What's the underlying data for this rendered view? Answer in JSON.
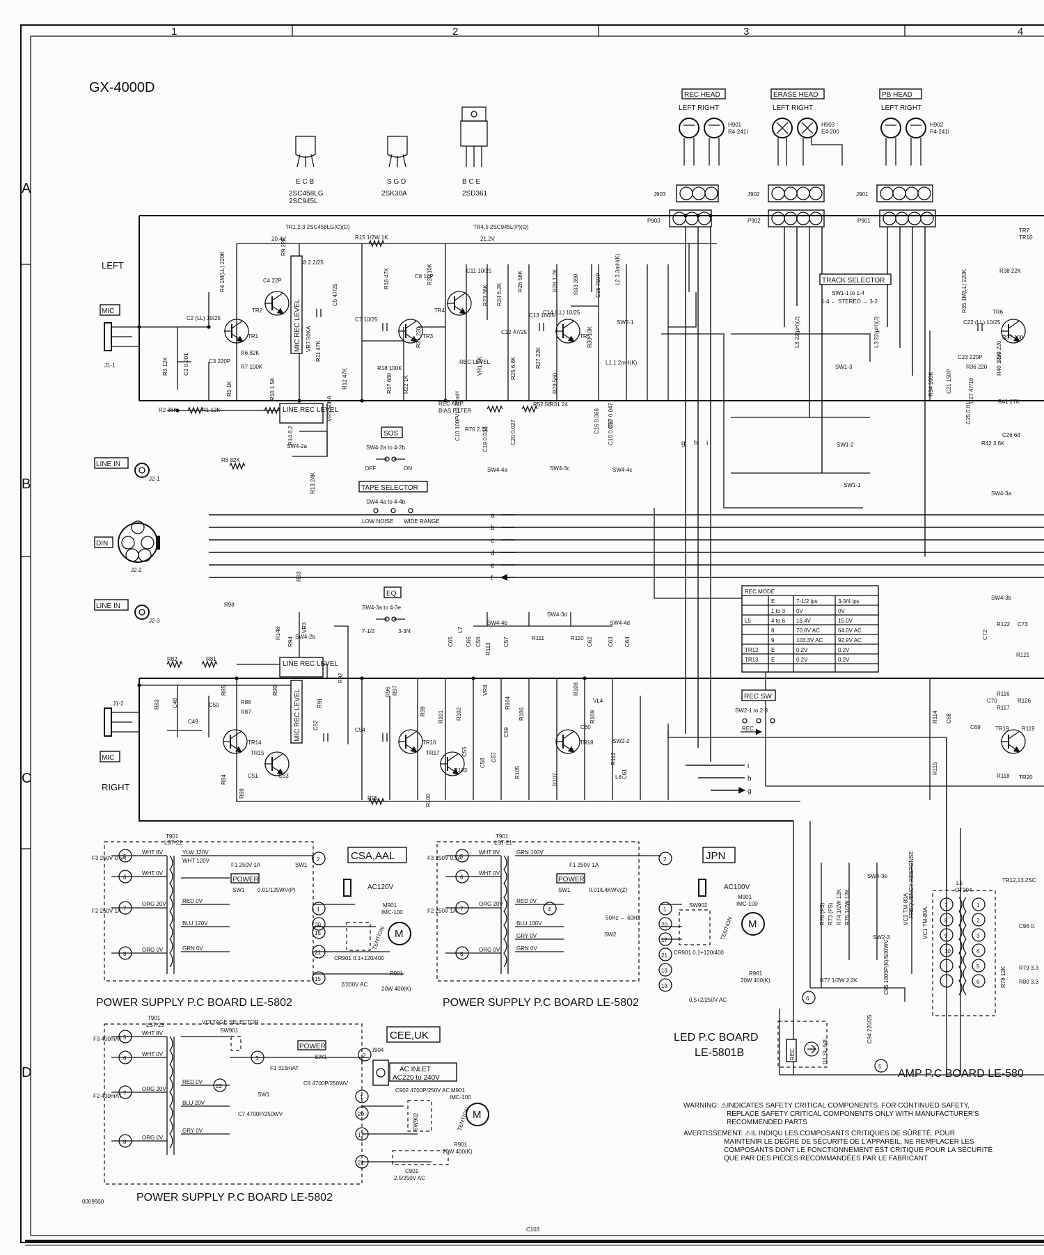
{
  "model": "GX-4000D",
  "grid": {
    "cols": [
      "1",
      "2",
      "3",
      "4"
    ],
    "rows": [
      "A",
      "B",
      "C",
      "D"
    ]
  },
  "devices": [
    {
      "pins": "E C B",
      "parts": [
        "2SC458LG",
        "2SC945L"
      ]
    },
    {
      "pins": "S G D",
      "parts": [
        "2SK30A"
      ]
    },
    {
      "pins": "B C E",
      "parts": [
        "2SD361"
      ]
    }
  ],
  "heads": {
    "rec": {
      "title": "REC HEAD",
      "lr": "LEFT  RIGHT",
      "ref": [
        "H901",
        "R4-241I"
      ],
      "conn": [
        "J903",
        "P903"
      ]
    },
    "erase": {
      "title": "ERASE HEAD",
      "lr": "LEFT  RIGHT",
      "ref": [
        "H903",
        "E4-200"
      ],
      "conn": [
        "J902",
        "P902"
      ]
    },
    "pb": {
      "title": "PB HEAD",
      "lr": "LEFT  RIGHT",
      "ref": [
        "H902",
        "P4-241I"
      ],
      "conn": [
        "J901",
        "P901"
      ]
    }
  },
  "channels": {
    "left": "LEFT",
    "right": "RIGHT"
  },
  "io_labels": {
    "mic": "MIC",
    "line_in": "LINE IN",
    "din": "DIN",
    "j1_1": "J1-1",
    "j1_2": "J1-2",
    "j2_1": "J2-1",
    "j2_2": "J2-2",
    "j2_3": "J2-3"
  },
  "transistor_header": [
    "TR1,2,3  2SC458LG(C)(D)",
    "TR4,5  2SC945L(P)(Q)"
  ],
  "rails": [
    "20.4V",
    "R15 1/2W 1K",
    "21.2V"
  ],
  "top_transistors": [
    "TR1",
    "TR2",
    "TR3",
    "TR4",
    "TR5"
  ],
  "bottom_transistors": [
    "TR14",
    "TR15",
    "TR16",
    "TR17",
    "TR18"
  ],
  "right_transistors": [
    "TR6",
    "TR19"
  ],
  "top_components": [
    "R4 1M(LL) 220K",
    "R9 22K",
    "C4 22P",
    "C8 2.2/25",
    "C2 (LL) 10/25",
    "C1 0.001",
    "R3 12K",
    "C3 220P",
    "R6 82K",
    "R7 100K",
    "R5 1K",
    "R10 1.5K",
    "R11 47K",
    "R12 47K",
    "C7 10/25",
    "C5 47/25",
    "R16 47K",
    "C8 10P",
    "R20 10K",
    "C11 10/25",
    "R18 100K",
    "R17 680",
    "R22 1K",
    "R21 220",
    "R23 36K",
    "R24 6.2K",
    "R26 56K",
    "R28 1.2K",
    "R33 390",
    "C15 750P",
    "L2 3.3mH(K)",
    "C14 (LL) 10/25",
    "C13 10/25",
    "R27 22K",
    "R30 10K",
    "R25 6.8K",
    "R29 560",
    "L1 1.2mH(K)",
    "VR1 5K",
    "C12 47/25",
    "R2 36K",
    "R1 12K",
    "R14 8.2",
    "R8 82K",
    "R13 24K",
    "R52 56",
    "R31 24",
    "C20 0.027",
    "C19 0.033",
    "C17 0.047",
    "C16 0.068",
    "C18 0.056",
    "VL3 25mH",
    "R70 2.7K",
    "C10 100P"
  ],
  "bottom_components": [
    "R82",
    "R81",
    "R94",
    "R93",
    "R98",
    "R83",
    "C48",
    "C49",
    "C50",
    "R85",
    "R86",
    "R87",
    "R90",
    "C51",
    "C52",
    "C53",
    "R84",
    "R89",
    "R91",
    "R92",
    "C54",
    "R95",
    "R96",
    "R97",
    "R99",
    "R101",
    "R100",
    "R102",
    "R103",
    "C55",
    "C56",
    "C57",
    "C58",
    "C59",
    "C60",
    "C61",
    "C62",
    "C63",
    "C64",
    "C65",
    "C66",
    "C67",
    "R104",
    "R105",
    "R106",
    "R107",
    "R108",
    "R109",
    "R110",
    "R111",
    "R112",
    "R113",
    "R148",
    "VR3",
    "VR8",
    "VL4",
    "L6",
    "L7",
    "C103"
  ],
  "left_components": [
    "R38 22K",
    "R35 1M(LL) 220K",
    "R34 100K",
    "C21 150P",
    "C22 (LL) 10/25",
    "R37 100",
    "C23 220P",
    "R36 220",
    "C27 47/16",
    "R39 220",
    "R40 1.5K",
    "R41 27K",
    "C25 0.01",
    "C26 68",
    "R42 3.6K",
    "R114",
    "C68",
    "C69",
    "C70",
    "C72",
    "C73",
    "R115",
    "R116",
    "R117",
    "R118",
    "R119",
    "R121",
    "R122",
    "R126",
    "TR7",
    "TR10",
    "TR20"
  ],
  "boxed_labels": {
    "mic_rec_level": "MIC REC LEVEL",
    "vr7": "VR7 50KA",
    "line_rec_level": "LINE REC LEVEL",
    "vr5": "VR5 50KA",
    "rec_amp": [
      "REC AMP",
      "BIAS FILTER"
    ],
    "rec_level": "REC LEVEL"
  },
  "sos": {
    "title": "SOS",
    "range": "SW4-2a to 4-2b",
    "off": "OFF",
    "on": "ON",
    "sw": "SW4-2a",
    "sw2b": "SW4-2b"
  },
  "tape_selector": {
    "title": "TAPE SELECTOR",
    "range": "SW4-4a to 4-4b",
    "opts": [
      "LOW NOISE",
      "WIDE RANGE"
    ]
  },
  "eq": {
    "title": "EQ",
    "range": "SW4-3a to 4-3e",
    "opts": [
      "7-1/2",
      "3-3/4"
    ]
  },
  "switches": [
    "SW4-4a",
    "SW4-3c",
    "SW4-4c",
    "SW4-4b",
    "SW4-3d",
    "SW4-4d",
    "SW4-3b",
    "SW4-3a",
    "SW2-1",
    "SW2-2",
    "SW1-1",
    "SW1-2",
    "SW1-3"
  ],
  "track_selector": {
    "title": "TRACK SELECTOR",
    "range": "SW1-1 to 1-4",
    "mode": "1-4 ← STEREO → 3-2",
    "inductors": [
      "L8 22(μH)(J)",
      "L3 22(μH)(J)"
    ]
  },
  "bus_letters_top": [
    "a",
    "b",
    "c",
    "d",
    "e",
    "f"
  ],
  "bus_letters_vert": [
    "g",
    "h",
    "i"
  ],
  "bus_letters_bottom": [
    "i",
    "h",
    "g"
  ],
  "rec_mode": {
    "title": "REC MODE",
    "headers": [
      "",
      "E",
      "7-1/2 ips",
      "3-3/4 ips"
    ],
    "rows": [
      [
        "",
        "1 to 3",
        "0V",
        "0V"
      ],
      [
        "L5",
        "4 to 6",
        "16.4V",
        "15.0V"
      ],
      [
        "",
        "8",
        "70.6V AC",
        "64.0V AC"
      ],
      [
        "",
        "9",
        "103.3V AC",
        "92.9V AC"
      ],
      [
        "TR12",
        "E",
        "0.2V",
        "0.2V"
      ],
      [
        "TR13",
        "E",
        "0.2V",
        "0.2V"
      ]
    ]
  },
  "rec_sw": {
    "title": "REC SW",
    "range": "SW2-1 to 2-3",
    "rec": "REC"
  },
  "psu": [
    {
      "region": "CSA,AAL",
      "board": "POWER SUPPLY P.C BOARD  LE-5802",
      "tx": [
        "T901",
        "LST-22"
      ],
      "fuses": [
        "F3 250V 0.5A",
        "F2 250V 1A",
        "F1 250V 1A"
      ],
      "taps": [
        "WHT 8V",
        "WHT 0V",
        "ORG 20V",
        "ORG 0V",
        "YLW 120V",
        "WHT 120V",
        "RED 0V",
        "BLU 120V",
        "GRN 0V"
      ],
      "pins": [
        "5",
        "6",
        "7",
        "8",
        "2",
        "1",
        "20",
        "15",
        "21",
        "15"
      ],
      "power": "POWER",
      "sw": [
        "SW1",
        "SW1"
      ],
      "cap": "0.01/125WV(P)",
      "ac": "AC120V",
      "motor": [
        "M901",
        "IMC-100"
      ],
      "tension": "TENTION",
      "cr": "CR901 0.1+120/400",
      "c": "2/200V AC",
      "r": [
        "R901",
        "20W 400(K)"
      ]
    },
    {
      "region": "JPN",
      "board": "POWER SUPPLY P.C BOARD  LE-5802",
      "tx": [
        "T901",
        "LST-21"
      ],
      "fuses": [
        "F3 250V 0.5A",
        "F2 250V 1A",
        "F1 250V 1A"
      ],
      "taps": [
        "WHT 8V",
        "WHT 0V",
        "ORG 20V",
        "ORG 0V",
        "GRN 100V",
        "RED 0V",
        "BLU 100V",
        "GRY 0V",
        "GRN 0V"
      ],
      "pins": [
        "5",
        "6",
        "7",
        "8",
        "2",
        "4",
        "1",
        "20",
        "17",
        "21",
        "19",
        "18"
      ],
      "power": "POWER",
      "sw": [
        "SW1",
        "SW2"
      ],
      "cap": "0.01/L4KWV(Z)",
      "ac": "AC100V",
      "hz": "50Hz ← 60Hz",
      "sw902": "SW902",
      "motor": [
        "M901",
        "IMC-100"
      ],
      "tension": "TENTION",
      "cr": "CR901 0.1+120/400",
      "c": "0.5+2/250V AC",
      "r": [
        "R901",
        "20W 400(K)"
      ]
    },
    {
      "region": "CEE,UK",
      "board": "POWER SUPPLY P.C BOARD  LE-5802",
      "tx": [
        "T901",
        "LST-23"
      ],
      "fuses": [
        "F3 400mAT",
        "F2 400mAT",
        "F1 315mAT"
      ],
      "taps": [
        "WHT 8V",
        "WHT 0V",
        "ORG 20V",
        "ORG 0V",
        "RED 0V",
        "BLU 20V",
        "GRY 0V"
      ],
      "pins": [
        "5",
        "6",
        "7",
        "8",
        "3",
        "2",
        "1",
        "22",
        "20",
        "17",
        "21"
      ],
      "vsel": [
        "VOLTAGE SELECTOR",
        "SW901"
      ],
      "power": "POWER",
      "sw": [
        "SW1",
        "SW1"
      ],
      "caps": [
        "C6 4700P/250WV",
        "C7 4700P/250WV"
      ],
      "ac": [
        "AC INLET",
        "AC220 to 240V"
      ],
      "j904": "J904",
      "c902": "C902 4700P/250V AC",
      "sw902": "SW902",
      "motor": [
        "M901",
        "IMC-100"
      ],
      "tension": "TENTION",
      "r": [
        "R901",
        "20W 400(K)"
      ],
      "c901": [
        "C901",
        "2.5/250V AC"
      ]
    }
  ],
  "led_board": {
    "title": "LED P.C BOARD",
    "part": "LE-5801B",
    "rec": "REC",
    "d1": "D1 SL-54I",
    "pins": [
      "6",
      "5"
    ],
    "r77": "R77 1/2W 2.2K",
    "c94": "C94 220/25"
  },
  "amp_board": {
    "title": "AMP P.C BOARD  LE-580",
    "sw": [
      "SW4-3e",
      "SW2-3"
    ],
    "res": [
      "R76 (FS)",
      "R73 (FS)",
      "R74 1/2W 12K",
      "R75 1/2W 12K"
    ],
    "vc": [
      "VC2 TM-80A",
      "VC1 TM-80A"
    ],
    "freq": "FREQUENCY RESPONSE",
    "c95": "C95 1800P(K)/500WV",
    "coil": [
      "L5",
      "OT204"
    ],
    "tr": "TR12,13  2SC",
    "r78": "R78 12K",
    "pins": [
      "1",
      "2",
      "3",
      "4",
      "5",
      "6",
      "7",
      "8",
      "9",
      "10"
    ],
    "misc": [
      "C96 0.",
      "R79 3.3",
      "R80 3.3"
    ]
  },
  "warning": [
    "WARNING: ⚠INDICATES SAFETY CRITICAL COMPONENTS. FOR CONTINUED SAFETY,",
    "REPLACE SAFETY CRITICAL COMPONENTS ONLY WITH MANUFACTURER'S",
    "RECOMMENDED PARTS",
    "AVERTISSEMENT: ⚠IL INDIQU LES COMPOSANTS CRITIQUES DE SÛRETÉ. POUR",
    "MAINTENIR LE DEGRÉ DE SÉCURITÉ DE L'APPAREIL, NE REMPLACER LES",
    "COMPOSANTS DONT LE FONCTIONNEMENT EST CRITIQUE POUR LA SÉCURITÉ",
    "QUE PAR DES PIÈCES RECOMMANDÉES PAR LE FABRICANT"
  ],
  "code": "0009900"
}
